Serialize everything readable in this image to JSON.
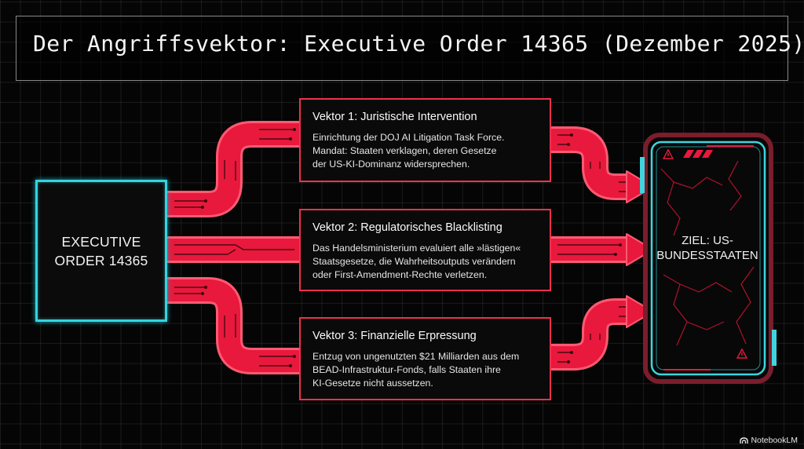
{
  "page": {
    "title": "Der Angriffsvektor: Executive Order 14365 (Dezember 2025)"
  },
  "source": {
    "label": "EXECUTIVE ORDER 14365"
  },
  "vectors": [
    {
      "title": "Vektor 1: Juristische Intervention",
      "lines": [
        "Einrichtung der DOJ AI Litigation Task Force.",
        "Mandat: Staaten verklagen, deren Gesetze",
        "der US-KI-Dominanz widersprechen."
      ]
    },
    {
      "title": "Vektor 2: Regulatorisches Blacklisting",
      "lines": [
        "Das Handelsministerium evaluiert alle »lästigen«",
        "Staatsgesetze, die Wahrheitsoutputs verändern",
        "oder First-Amendment-Rechte verletzen."
      ]
    },
    {
      "title": "Vektor 3: Finanzielle Erpressung",
      "lines": [
        "Entzug von ungenutzten $21 Milliarden aus dem",
        "BEAD-Infrastruktur-Fonds, falls Staaten ihre",
        "KI-Gesetze nicht aussetzen."
      ]
    }
  ],
  "target": {
    "label": "ZIEL: US-BUNDESSTAATEN"
  },
  "brand": {
    "name": "NotebookLM"
  },
  "colors": {
    "accent_red": "#f0304e",
    "accent_cyan": "#35d3df",
    "background": "#050505"
  }
}
